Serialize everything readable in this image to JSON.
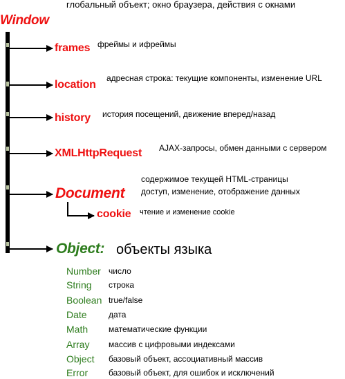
{
  "colors": {
    "node_red": "#ee1111",
    "green": "#2e7d1e",
    "line": "#000000",
    "spine_light": "#b8c3a0"
  },
  "window": {
    "title": "Window",
    "description": "глобальный объект; окно браузера, действия с окнами"
  },
  "nodes": [
    {
      "id": "frames",
      "label": "frames",
      "description": "фреймы и ифреймы"
    },
    {
      "id": "location",
      "label": "location",
      "description": "адресная строка: текущие компоненты, изменение URL"
    },
    {
      "id": "history",
      "label": "history",
      "description": "история посещений, движение вперед/назад"
    },
    {
      "id": "xmlhttprequest",
      "label": "XMLHttpRequest",
      "description": "AJAX-запросы, обмен данными с сервером"
    }
  ],
  "document": {
    "label": "Document",
    "description_lines": [
      "содержимое текущей HTML-страницы",
      "доступ, изменение, отображение данных"
    ],
    "cookie": {
      "label": "cookie",
      "description": "чтение и изменение cookie"
    }
  },
  "object": {
    "label": "Object:",
    "subtitle": "объекты языка",
    "items": [
      {
        "name": "Number",
        "description": "число"
      },
      {
        "name": "String",
        "description": "строка"
      },
      {
        "name": "Boolean",
        "description": "true/false"
      },
      {
        "name": "Date",
        "description": "дата"
      },
      {
        "name": "Math",
        "description": "математические функции"
      },
      {
        "name": "Array",
        "description": "массив с цифровыми индексами"
      },
      {
        "name": "Object",
        "description": "базовый объект, ассоциативный массив"
      },
      {
        "name": "Error",
        "description": "базовый объект, для ошибок и исключений"
      }
    ]
  }
}
